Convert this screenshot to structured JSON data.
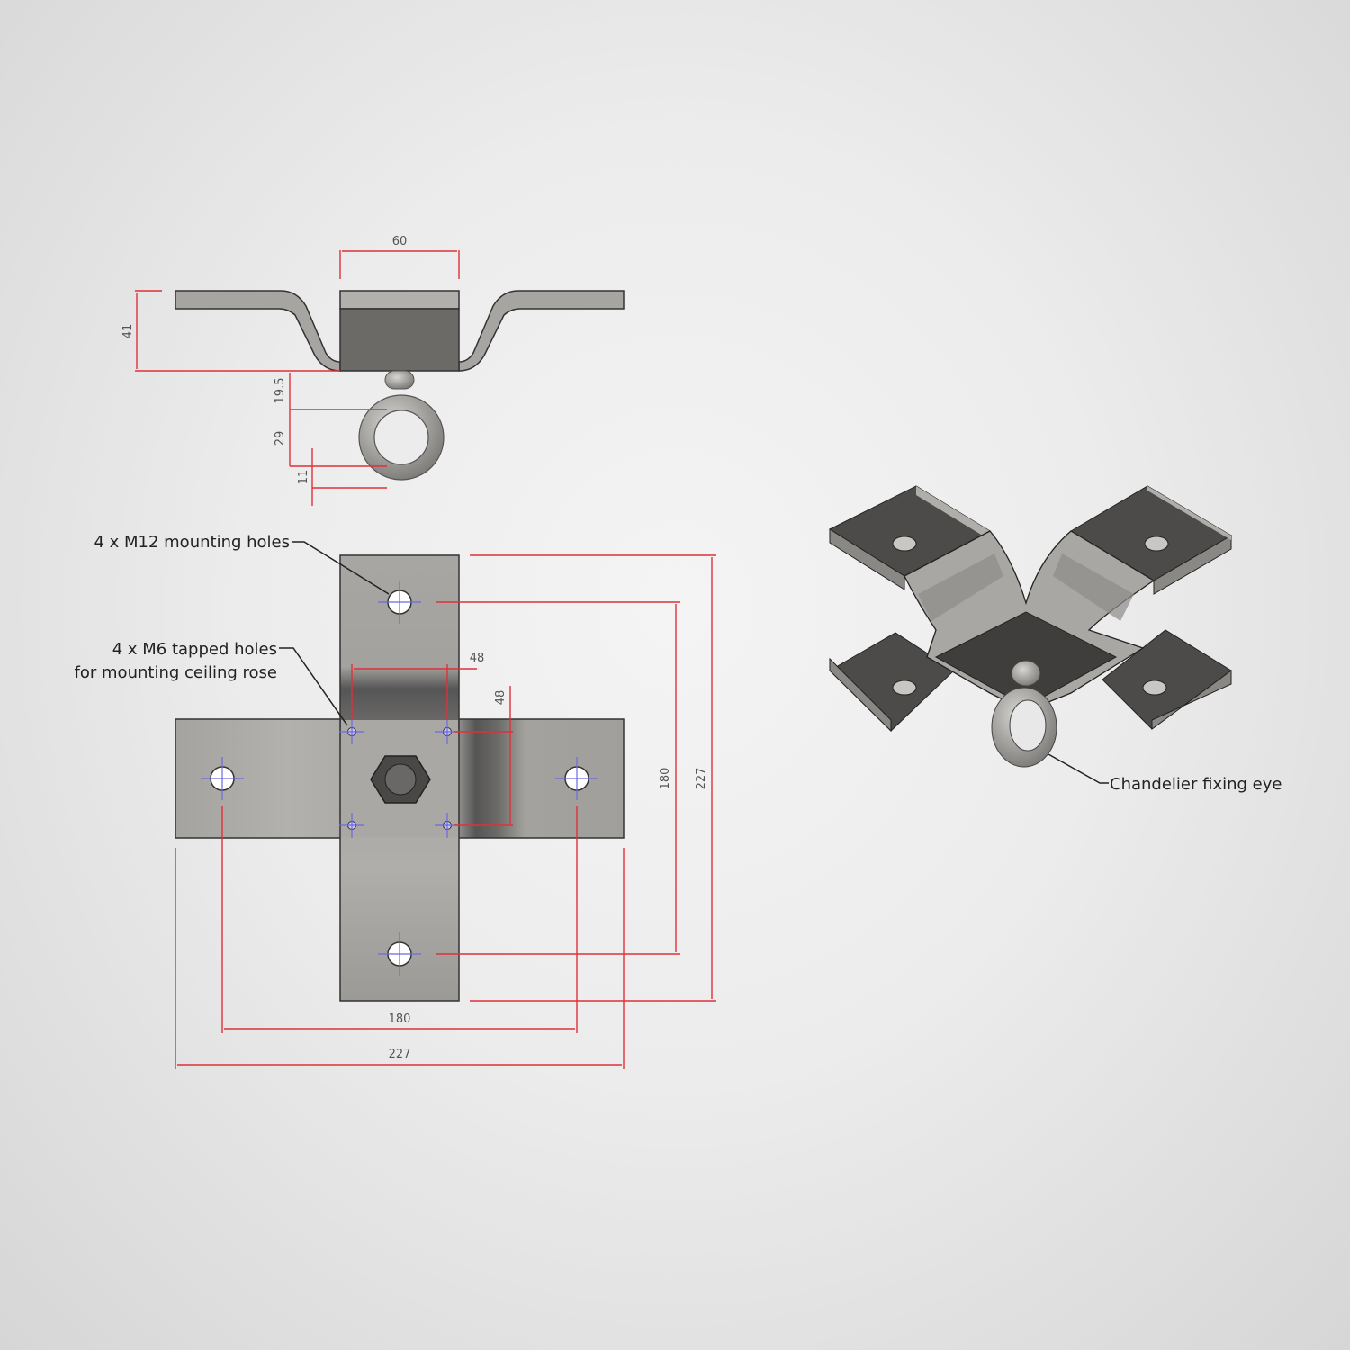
{
  "side_view": {
    "dimensions": {
      "top_width": "60",
      "height": "41",
      "eye_neck": "19.5",
      "eye_inner": "29",
      "eye_ring": "11"
    }
  },
  "plan_view": {
    "callouts": {
      "m12": "4 x M12 mounting holes",
      "m6_line1": "4 x M6 tapped holes",
      "m6_line2": "for mounting ceiling rose"
    },
    "dimensions": {
      "m6_spacing_x": "48",
      "m6_spacing_y": "48",
      "hole_spacing_x": "180",
      "overall_x": "227",
      "hole_spacing_y": "180",
      "overall_y": "227"
    }
  },
  "iso_view": {
    "callout": "Chandelier fixing eye"
  },
  "colors": {
    "dimension": "#e0303a",
    "centerline": "#6a6ae0",
    "metal": "#9c9a96",
    "pad_dark": "#4a4a48"
  }
}
